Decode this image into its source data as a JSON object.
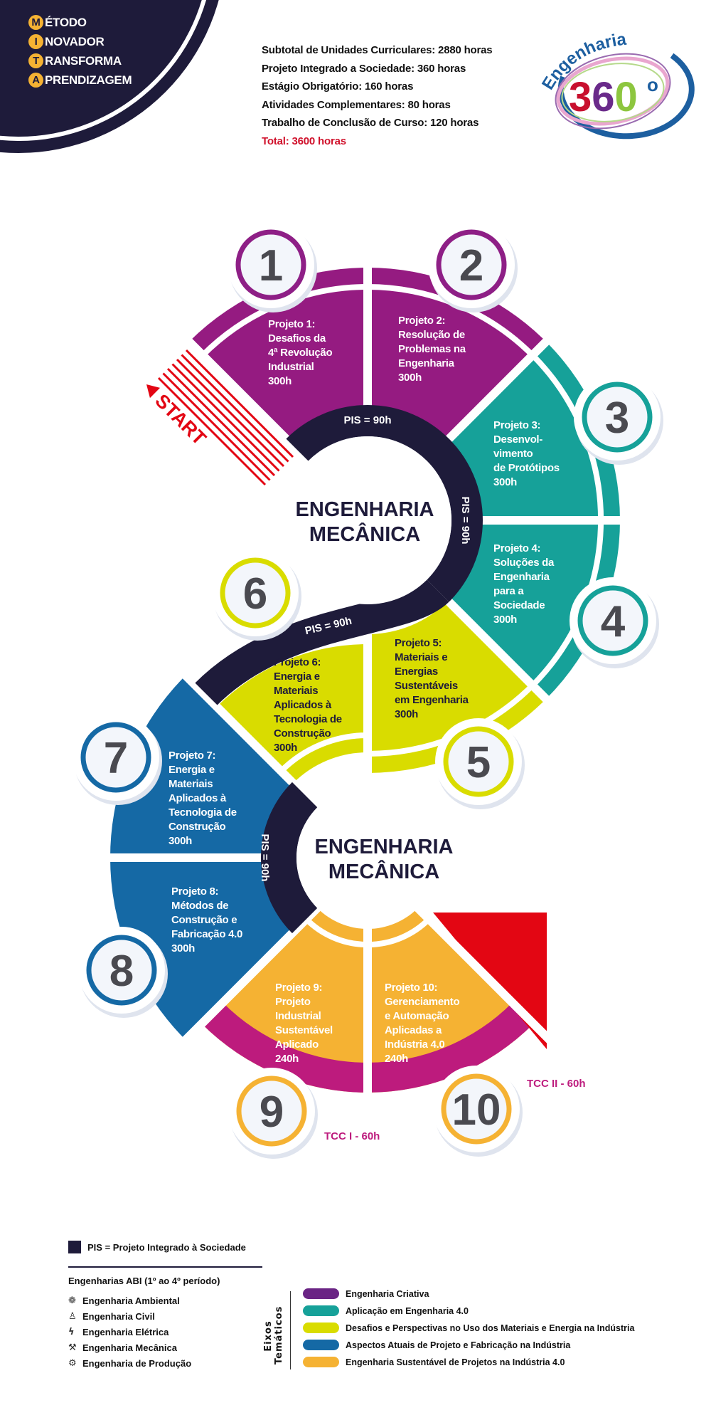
{
  "brand": {
    "items": [
      {
        "letter": "M",
        "rest": "ÉTODO"
      },
      {
        "letter": "I",
        "rest": "NOVADOR"
      },
      {
        "letter": "T",
        "rest": "RANSFORMA"
      },
      {
        "letter": "A",
        "rest": "PRENDIZAGEM"
      }
    ]
  },
  "hours": {
    "lines": [
      "Subtotal de Unidades Curriculares: 2880 horas",
      "Projeto Integrado a Sociedade: 360 horas",
      "Estágio Obrigatório: 160 horas",
      "Atividades Complementares: 80 horas",
      "Trabalho de Conclusão de Curso: 120 horas"
    ],
    "total": "Total: 3600 horas"
  },
  "logo": {
    "word": "Engenharia",
    "digits": [
      "3",
      "6",
      "0"
    ],
    "degree": "o"
  },
  "start_label": "START",
  "hubs": [
    {
      "line1": "ENGENHARIA",
      "line2": "MECÂNICA"
    },
    {
      "line1": "ENGENHARIA",
      "line2": "MECÂNICA"
    }
  ],
  "pis_labels": [
    "PIS = 90h",
    "PIS = 90h",
    "PIS = 90h",
    "PIS = 90h"
  ],
  "projects": [
    {
      "number": "1",
      "lines": [
        "Projeto 1:",
        "Desafios da",
        "4ª Revolução",
        "Industrial",
        "300h"
      ],
      "color": "#951b81",
      "text_color": "#ffffff"
    },
    {
      "number": "2",
      "lines": [
        "Projeto 2:",
        "Resolução de",
        "Problemas na",
        "Engenharia",
        "300h"
      ],
      "color": "#951b81",
      "text_color": "#ffffff"
    },
    {
      "number": "3",
      "lines": [
        "Projeto 3:",
        "Desenvol-",
        "vimento",
        "de Protótipos",
        "300h"
      ],
      "color": "#16a199",
      "text_color": "#ffffff"
    },
    {
      "number": "4",
      "lines": [
        "Projeto 4:",
        "Soluções da",
        "Engenharia",
        "para a",
        "Sociedade",
        "300h"
      ],
      "color": "#16a199",
      "text_color": "#ffffff"
    },
    {
      "number": "5",
      "lines": [
        "Projeto 5:",
        "Materiais e",
        "Energias",
        "Sustentáveis",
        "em Engenharia",
        "300h"
      ],
      "color": "#d9dc00",
      "text_color": "#1e1b3a"
    },
    {
      "number": "6",
      "lines": [
        "Projeto 6:",
        "Energia e",
        "Materiais",
        "Aplicados à",
        "Tecnologia de",
        "Construção",
        "300h"
      ],
      "color": "#d9dc00",
      "text_color": "#1e1b3a"
    },
    {
      "number": "7",
      "lines": [
        "Projeto 7:",
        "Energia e",
        "Materiais",
        "Aplicados à",
        "Tecnologia de",
        "Construção",
        "300h"
      ],
      "color": "#1569a5",
      "text_color": "#ffffff"
    },
    {
      "number": "8",
      "lines": [
        "Projeto 8:",
        "Métodos de",
        "Construção e",
        "Fabricação 4.0",
        "300h"
      ],
      "color": "#1569a5",
      "text_color": "#ffffff"
    },
    {
      "number": "9",
      "lines": [
        "Projeto 9:",
        "Projeto",
        "Industrial",
        "Sustentável",
        "Aplicado",
        "240h"
      ],
      "color": "#f5b233",
      "text_color": "#ffffff"
    },
    {
      "number": "10",
      "lines": [
        "Projeto 10:",
        "Gerenciamento",
        "e Automação",
        "Aplicadas a",
        "Indústria 4.0",
        "240h"
      ],
      "color": "#f5b233",
      "text_color": "#ffffff"
    }
  ],
  "tcc": [
    "TCC I - 60h",
    "TCC II - 60h"
  ],
  "colors": {
    "navy": "#1e1b3a",
    "magenta": "#bd1b7d",
    "red": "#e30613",
    "number": "#4a4a50"
  },
  "legend": {
    "pis": "PIS = Projeto Integrado à Sociedade",
    "abi_title": "Engenharias ABI (1º ao 4º período)",
    "abi_items": [
      {
        "icon": "❁",
        "label": "Engenharia Ambiental"
      },
      {
        "icon": "♙",
        "label": "Engenharia Civil"
      },
      {
        "icon": "ϟ",
        "label": "Engenharia Elétrica"
      },
      {
        "icon": "⚒",
        "label": "Engenharia Mecânica"
      },
      {
        "icon": "⚙",
        "label": "Engenharia de Produção"
      }
    ],
    "eixos_line1": "Eixos",
    "eixos_line2": "Temáticos",
    "eixos": [
      {
        "label": "Engenharia Criativa",
        "color": "#6a2484"
      },
      {
        "label": "Aplicação em Engenharia 4.0",
        "color": "#16a199"
      },
      {
        "label": "Desafios e Perspectivas no Uso dos Materiais e Energia na Indústria",
        "color": "#d9dc00"
      },
      {
        "label": "Aspectos Atuais de Projeto e Fabricação na Indústria",
        "color": "#1569a5"
      },
      {
        "label": "Engenharia Sustentável de Projetos na Indústria 4.0",
        "color": "#f5b233"
      }
    ]
  }
}
